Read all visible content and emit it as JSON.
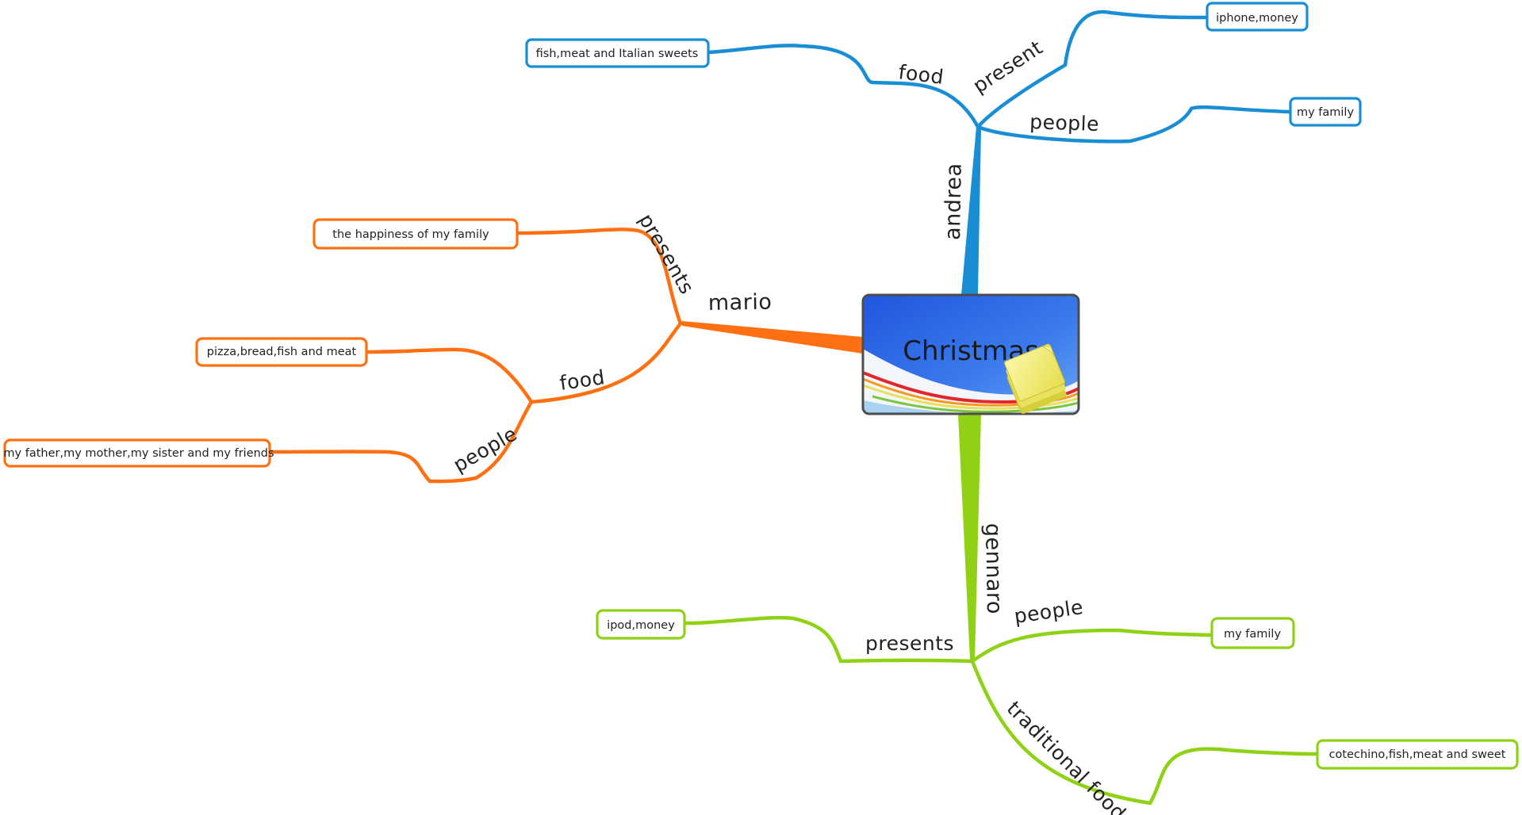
{
  "central_topic": {
    "label": "Christmas",
    "icon": "sticky-note-icon"
  },
  "colors": {
    "andrea": "#1a8ed4",
    "mario": "#ff7012",
    "gennaro": "#8fd114",
    "center_bg_top": "#2a64e4",
    "center_bg_bottom": "#4b8ef0"
  },
  "branches": {
    "andrea": {
      "label": "andrea",
      "food": {
        "label": "food",
        "leaf": "fish,meat and Italian sweets"
      },
      "present": {
        "label": "present",
        "leaf": "iphone,money"
      },
      "people": {
        "label": "people",
        "leaf": "my family"
      }
    },
    "mario": {
      "label": "mario",
      "presents": {
        "label": "presents",
        "leaf": "the happiness of my family"
      },
      "food": {
        "label": "food",
        "leaf": "pizza,bread,fish and meat"
      },
      "people": {
        "label": "people",
        "leaf": "my father,my mother,my sister and my friends"
      }
    },
    "gennaro": {
      "label": "gennaro",
      "presents": {
        "label": "presents",
        "leaf": "ipod,money"
      },
      "people": {
        "label": "people",
        "leaf": "my family"
      },
      "traditional_food": {
        "label": "traditional food",
        "leaf": "cotechino,fish,meat and sweet"
      }
    }
  }
}
